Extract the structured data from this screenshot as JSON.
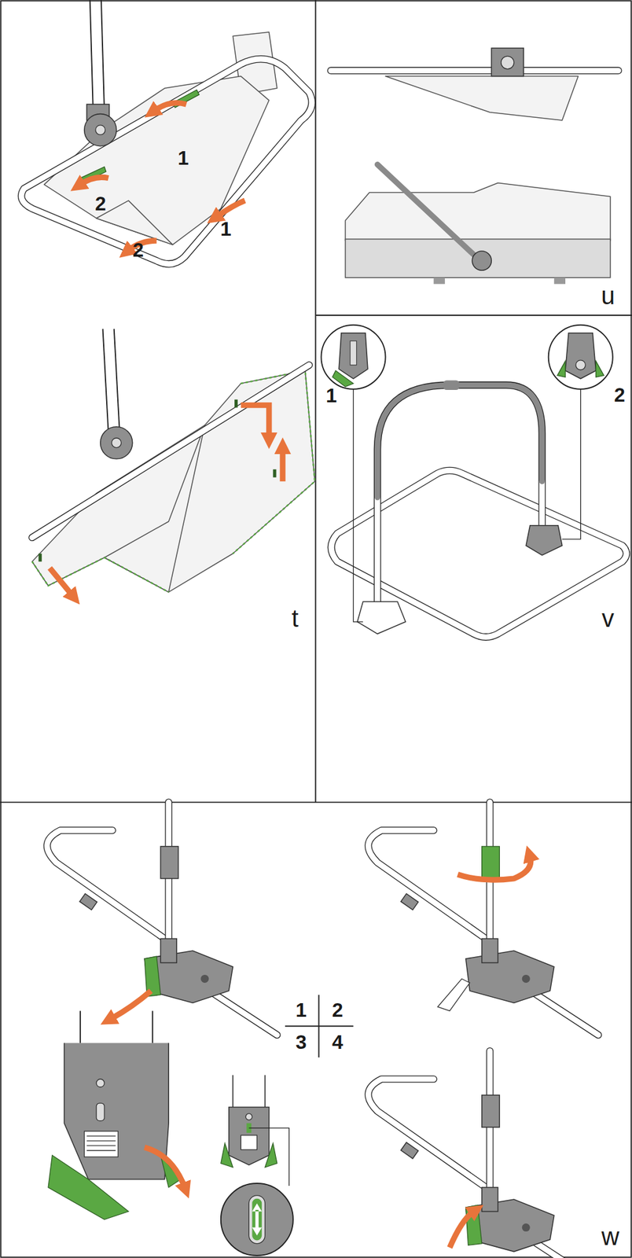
{
  "diagram": {
    "labels": [
      "1",
      "2",
      "1",
      "2",
      "u",
      "t",
      "1",
      "2",
      "v",
      "1",
      "2",
      "3",
      "4",
      "w"
    ]
  }
}
